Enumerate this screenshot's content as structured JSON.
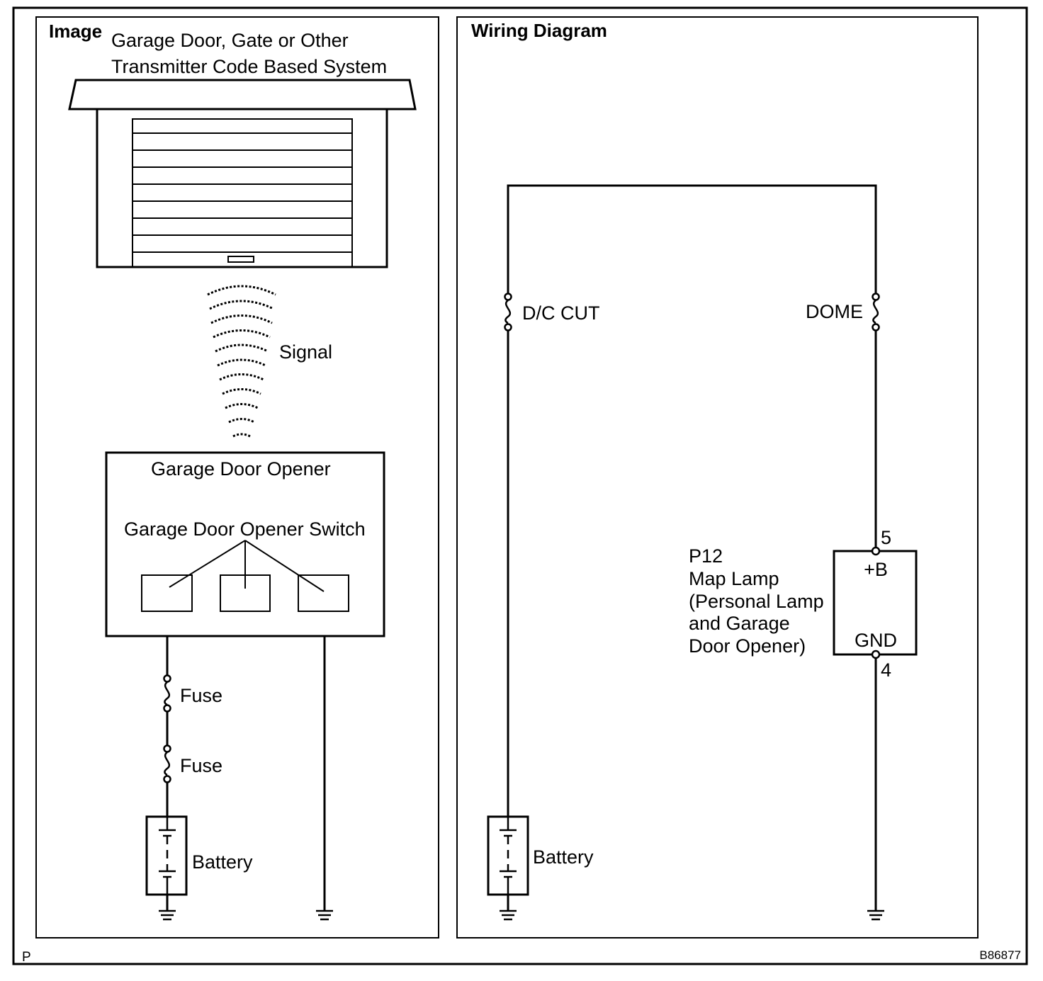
{
  "corner_code": "P",
  "figure_id": "B86877",
  "image_panel": {
    "title": "Image",
    "system_line1": "Garage Door, Gate or Other",
    "system_line2": "Transmitter Code Based System",
    "signal_label": "Signal",
    "opener_title": "Garage Door Opener",
    "switch_label": "Garage Door Opener Switch",
    "fuse1_label": "Fuse",
    "fuse2_label": "Fuse",
    "battery_label": "Battery"
  },
  "wiring_panel": {
    "title": "Wiring Diagram",
    "fuse_left_label": "D/C CUT",
    "fuse_right_label": "DOME",
    "battery_label": "Battery",
    "component": {
      "code": "P12",
      "name_lines": [
        "Map Lamp",
        "(Personal Lamp",
        "and Garage",
        "Door Opener)"
      ],
      "pin_top_number": "5",
      "pin_top_name": "+B",
      "pin_bottom_number": "4",
      "pin_bottom_name": "GND"
    }
  }
}
